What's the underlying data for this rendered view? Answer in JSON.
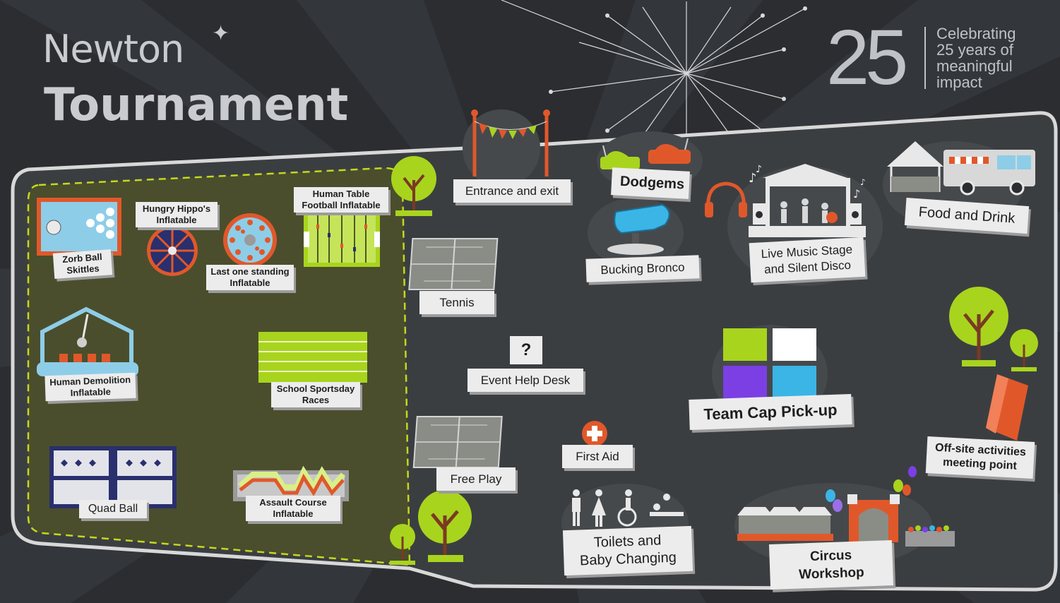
{
  "brand": {
    "name": "Newton",
    "title": "Tournament"
  },
  "anniversary": {
    "number": "25",
    "line1": "Celebrating",
    "line2": "25 years of",
    "line3": "meaningful",
    "line4": "impact"
  },
  "colors": {
    "background": "#2b2d31",
    "field": "#4a4e2c",
    "lime": "#a8d41e",
    "orange": "#e0582a",
    "navy": "#2a2f6e",
    "sky": "#8ecde8",
    "label": "#ececec"
  },
  "inflatable_zone": {
    "zorb": "Zorb Ball\nSkittles",
    "hippo": "Hungry Hippo's\nInflatable",
    "last_one": "Last one standing\nInflatable",
    "human_table": "Human Table\nFootball Inflatable",
    "demolition": "Human Demolition\nInflatable",
    "sportsday": "School Sportsday\nRaces",
    "quad_ball": "Quad Ball",
    "assault": "Assault Course\nInflatable"
  },
  "areas": {
    "entrance": "Entrance and exit",
    "tennis": "Tennis",
    "help_desk": "Event Help Desk",
    "help_icon": "?",
    "free_play": "Free Play",
    "dodgems": "Dodgems",
    "bronco": "Bucking Bronco",
    "first_aid": "First Aid",
    "toilets": "Toilets and\nBaby Changing",
    "music": "Live Music Stage\nand Silent Disco",
    "team_cap": "Team Cap Pick-up",
    "food": "Food and Drink",
    "offsite": "Off-site activities\nmeeting point",
    "circus": "Circus Workshop"
  }
}
